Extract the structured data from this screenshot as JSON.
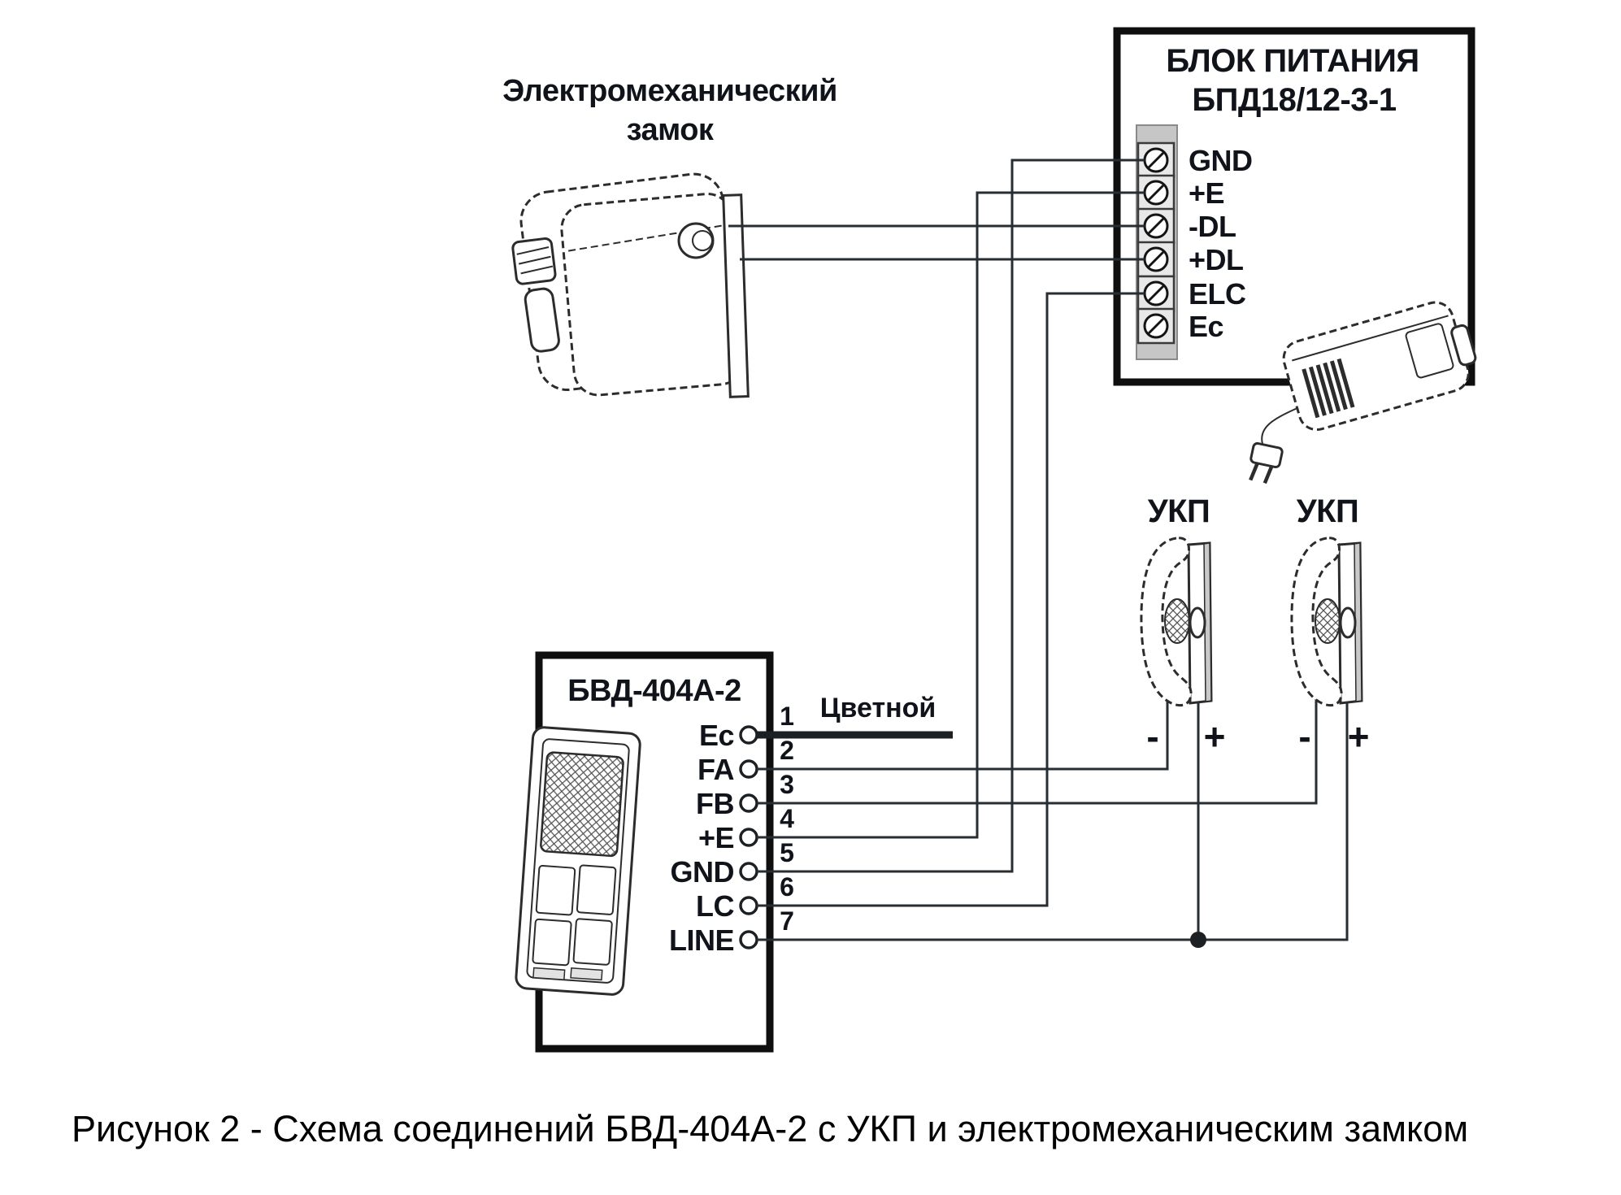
{
  "figure": {
    "caption": "Рисунок 2 - Схема соединений БВД-404А-2 с УКП и электромеханическим замком"
  },
  "lock": {
    "title_line1": "Электромеханический",
    "title_line2": "замок"
  },
  "psu": {
    "title_line1": "БЛОК ПИТАНИЯ",
    "title_line2": "БПД18/12-3-1",
    "terminals": [
      "GND",
      "+E",
      "-DL",
      "+DL",
      "ELC",
      "Ec"
    ]
  },
  "bvd": {
    "title": "БВД-404А-2",
    "terminals": [
      "Ec",
      "FA",
      "FB",
      "+E",
      "GND",
      "LC",
      "LINE"
    ],
    "wire_numbers": [
      "1",
      "2",
      "3",
      "4",
      "5",
      "6",
      "7"
    ],
    "colored_wire_label": "Цветной"
  },
  "ukp": {
    "label_left": "УКП",
    "label_right": "УКП",
    "minus": "-",
    "plus": "+"
  },
  "connections": [
    {
      "wire": "1",
      "from": "БВД-404А-2 Ec",
      "to": "Цветной"
    },
    {
      "wire": "2",
      "from": "БВД-404А-2 FA",
      "to": "УКП (левый) -"
    },
    {
      "wire": "3",
      "from": "БВД-404А-2 FB",
      "to": "УКП (правый) -"
    },
    {
      "wire": "4",
      "from": "БВД-404А-2 +E",
      "to": "БПД18/12-3-1 +E"
    },
    {
      "wire": "5",
      "from": "БВД-404А-2 GND",
      "to": "БПД18/12-3-1 GND"
    },
    {
      "wire": "6",
      "from": "БВД-404А-2 LC",
      "to": "БПД18/12-3-1 ELC"
    },
    {
      "wire": "7",
      "from": "БВД-404А-2 LINE",
      "to": "УКП (левый) +, УКП (правый) +"
    },
    {
      "from": "Электромеханический замок",
      "to": "БПД18/12-3-1 -DL, +DL"
    }
  ],
  "colors": {
    "background": "#ffffff",
    "line": "#272d31",
    "text": "#10141a",
    "block_border": "#0f0f0f",
    "terminal_strip": "#c6c6c6",
    "terminal_square": "#e8e8e8"
  }
}
